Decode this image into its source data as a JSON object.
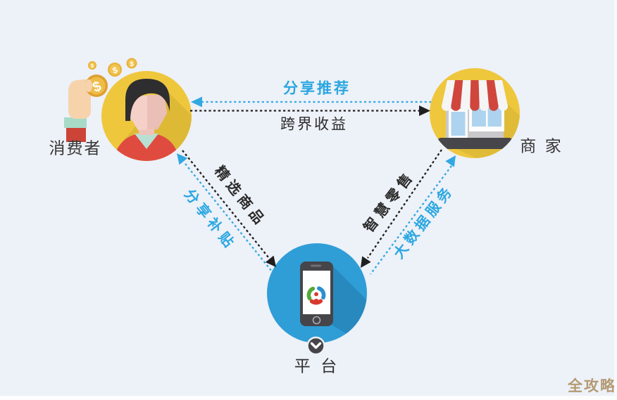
{
  "canvas": {
    "background_color": "#edf1f8",
    "accent_blue": "#2ba7e1",
    "node_yellow": "#eec73d",
    "platform_blue": "#2f9ed7",
    "dash_black": "#1f1f1f",
    "watermark_color": "#b49a73"
  },
  "nodes": {
    "consumer": {
      "label": "消费者",
      "icon": "person-avatar-with-coins-icon",
      "circle_color": "#eec73d"
    },
    "merchant": {
      "label": "商 家",
      "icon": "storefront-icon",
      "circle_color": "#eec73d"
    },
    "platform": {
      "label": "平 台",
      "icon": "smartphone-icon",
      "circle_color": "#2f9ed7",
      "badge_icon": "chevron-down-icon"
    }
  },
  "edges": {
    "share_recommend": {
      "label": "分享推荐",
      "color": "#2ba7e1",
      "style": "dashed",
      "from": "merchant",
      "to": "consumer"
    },
    "crossover_income": {
      "label": "跨界收益",
      "color": "#1f1f1f",
      "style": "dashed",
      "from": "consumer",
      "to": "merchant"
    },
    "selected_goods": {
      "label": "精选商品",
      "color": "#1f1f1f",
      "style": "dashed",
      "from": "consumer",
      "to": "platform"
    },
    "share_subsidy": {
      "label": "分享补贴",
      "color": "#2ba7e1",
      "style": "dashed",
      "from": "platform",
      "to": "consumer"
    },
    "smart_retail": {
      "label": "智慧零售",
      "color": "#1f1f1f",
      "style": "dashed",
      "from": "merchant",
      "to": "platform"
    },
    "bigdata_service": {
      "label": "大数据服务",
      "color": "#2ba7e1",
      "style": "dashed",
      "from": "platform",
      "to": "merchant"
    }
  },
  "watermark": {
    "text": "全攻略"
  }
}
